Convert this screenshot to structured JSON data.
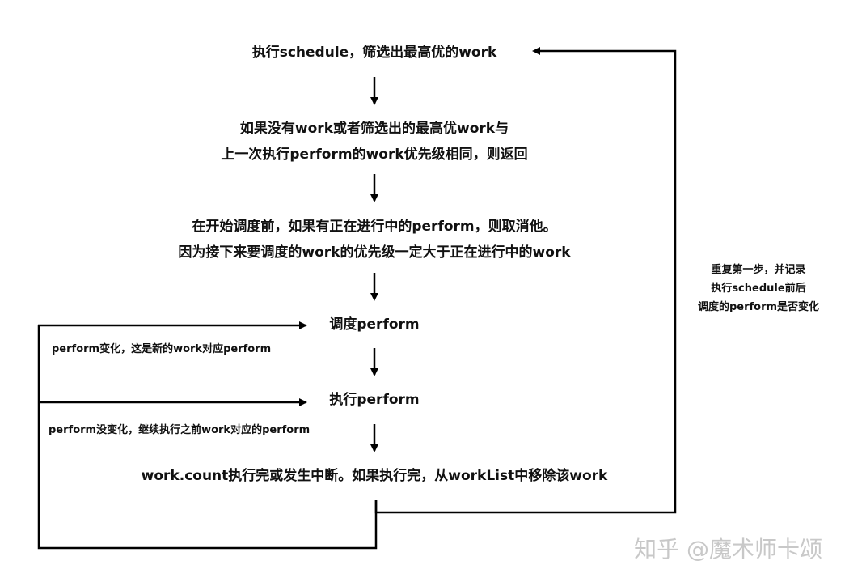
{
  "nodes": {
    "schedule": {
      "text": "执行schedule，筛选出最高优的work"
    },
    "check_return": {
      "line1": "如果没有work或者筛选出的最高优work与",
      "line2": "上一次执行perform的work优先级相同，则返回"
    },
    "cancel": {
      "line1": "在开始调度前，如果有正在进行中的perform，则取消他。",
      "line2": "因为接下来要调度的work的优先级一定大于正在进行中的work"
    },
    "dispatch": {
      "text": "调度perform"
    },
    "execute": {
      "text": "执行perform"
    },
    "count": {
      "text": "work.count执行完或发生中断。如果执行完，从workList中移除该work"
    }
  },
  "notes": {
    "changed": "perform变化，这是新的work对应perform",
    "unchanged": "perform没变化，继续执行之前work对应的perform"
  },
  "side_note": {
    "line1": "重复第一步，并记录",
    "line2": "执行schedule前后",
    "line3": "调度的perform是否变化"
  },
  "watermark": "知乎 @魔术师卡颂",
  "colors": {
    "line": "#000000",
    "text": "#111111",
    "watermark": "#c8c8c8"
  }
}
